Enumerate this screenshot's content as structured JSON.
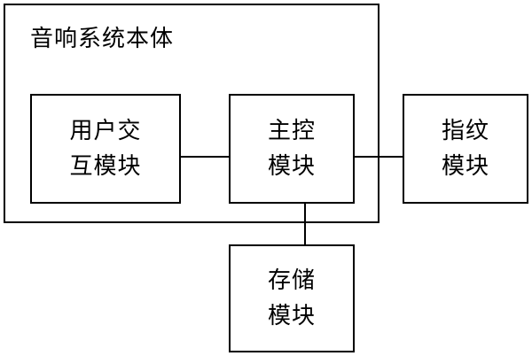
{
  "diagram": {
    "container": {
      "title": "音响系统本体"
    },
    "nodes": {
      "user_interaction": {
        "line1": "用户交",
        "line2": "互模块"
      },
      "main_control": {
        "line1": "主控",
        "line2": "模块"
      },
      "fingerprint": {
        "line1": "指纹",
        "line2": "模块"
      },
      "storage": {
        "line1": "存储",
        "line2": "模块"
      }
    },
    "edges": [
      {
        "from": "user_interaction",
        "to": "main_control"
      },
      {
        "from": "main_control",
        "to": "fingerprint"
      },
      {
        "from": "main_control",
        "to": "storage"
      }
    ],
    "colors": {
      "stroke": "#000000",
      "background": "#ffffff"
    }
  }
}
